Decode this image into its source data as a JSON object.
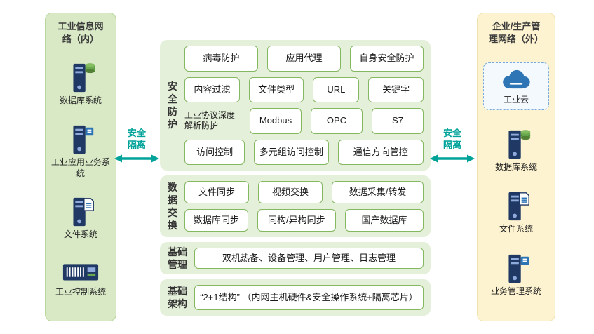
{
  "left_panel": {
    "title": "工业信息网络（内）",
    "items": [
      {
        "label": "数据库系统",
        "icon": "server-database-icon"
      },
      {
        "label": "工业应用业务系统",
        "icon": "server-icon"
      },
      {
        "label": "文件系统",
        "icon": "server-file-icon"
      },
      {
        "label": "工业控制系统",
        "icon": "plc-icon"
      }
    ]
  },
  "connectors": {
    "left_label": "安全隔离",
    "right_label": "安全隔离"
  },
  "middle": {
    "sections": [
      {
        "label": "安全防护",
        "rows": [
          [
            "病毒防护",
            "应用代理",
            "自身安全防护"
          ],
          [
            "内容过滤",
            "文件类型",
            "URL",
            "关键字"
          ],
          [
            "工业协议深度解析防护",
            "Modbus",
            "OPC",
            "S7"
          ],
          [
            "访问控制",
            "多元组访问控制",
            "通信方向管控"
          ]
        ]
      },
      {
        "label": "数据交换",
        "rows": [
          [
            "文件同步",
            "视频交换",
            "数据采集/转发"
          ],
          [
            "数据库同步",
            "同构/异构同步",
            "国产数据库"
          ]
        ]
      },
      {
        "label": "基础管理",
        "rows": [
          [
            "双机热备、设备管理、用户管理、日志管理"
          ]
        ]
      },
      {
        "label": "基础架构",
        "rows": [
          [
            "“2+1结构”  （内网主机硬件&安全操作系统+隔离芯片）"
          ]
        ]
      }
    ]
  },
  "right_panel": {
    "title": "企业/生产管理网络（外）",
    "cloud_label": "工业云",
    "items": [
      {
        "label": "数据库系统",
        "icon": "server-database-icon"
      },
      {
        "label": "文件系统",
        "icon": "server-file-icon"
      },
      {
        "label": "业务管理系统",
        "icon": "server-icon"
      }
    ]
  },
  "colors": {
    "panel_left_bg": "#d9e9c6",
    "panel_right_bg": "#fdf3d0",
    "section_bg": "#e5f0da",
    "pill_border": "#84b860",
    "isolation_teal": "#00a39a",
    "icon_navy": "#1f3864",
    "cloud_blue": "#2e75b6",
    "db_green": "#6aa84f"
  }
}
